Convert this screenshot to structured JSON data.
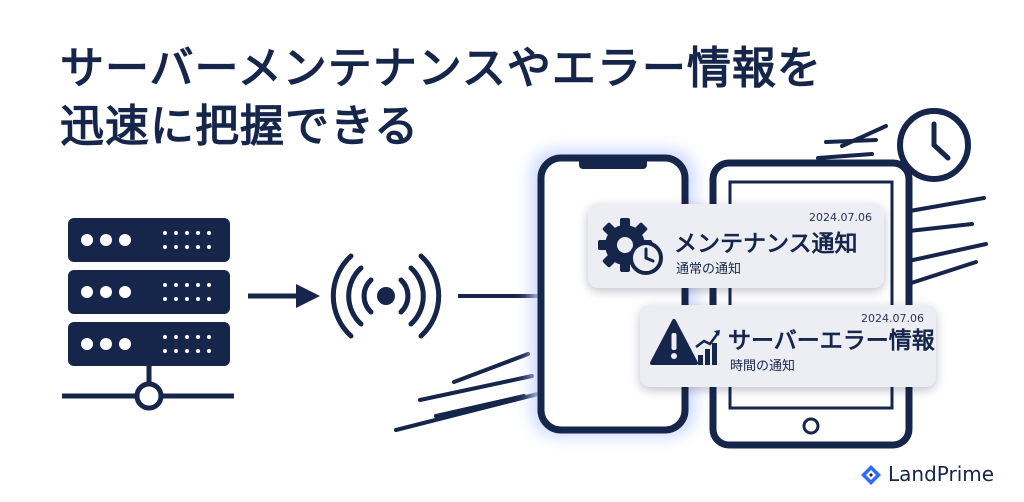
{
  "headline": {
    "line1": "サーバーメンテナンスやエラー情報を",
    "line2": "迅速に把握できる"
  },
  "notifications": [
    {
      "title": "メンテナンス通知",
      "subtitle": "通常の通知",
      "date": "2024.07.06",
      "icon": "gear-clock-icon"
    },
    {
      "title": "サーバーエラー情報",
      "subtitle": "時間の通知",
      "date": "2024.07.06",
      "icon": "warning-chart-icon"
    }
  ],
  "brand": {
    "name": "LandPrime",
    "icon": "diamond-logo-icon"
  },
  "colors": {
    "navy": "#16254a",
    "card": "#eceef4",
    "glow": "#c9d6ff"
  }
}
